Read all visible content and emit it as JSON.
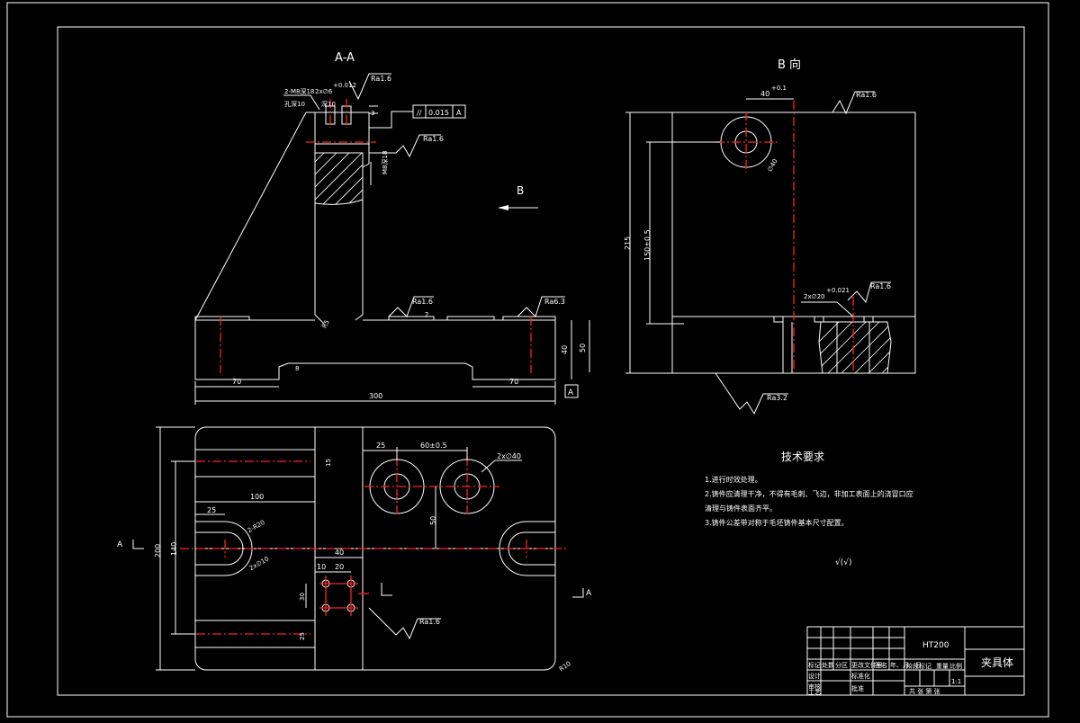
{
  "section_aa": {
    "title": "A-A",
    "holes_note_1": "2-M8深18",
    "holes_note_2": "孔深10",
    "pin_note_1": "2x∅6",
    "pin_tol": "+0.012",
    "pin_note_2": "深10",
    "dim_3": "3",
    "gdt_symbol": "//",
    "gdt_value": "0.015",
    "gdt_datum": "A",
    "rough_top": "Ra1.6",
    "rough_side": "Ra1.6",
    "rough_base_1": "Ra1.6",
    "rough_base_2": "Ra6.3",
    "dim_r5": "R5",
    "dim_70_left": "70",
    "dim_70_right": "70",
    "dim_300": "300",
    "dim_40": "40",
    "dim_50": "50",
    "dim_8": "8",
    "dim_2": "2",
    "datum_label": "A",
    "side_dim": "M8深18"
  },
  "arrow_b": {
    "label": "B"
  },
  "view_b": {
    "title": "B 向",
    "dim_40": "40",
    "dim_40_tol": "+0.1",
    "rough_top": "Ra1.6",
    "dim_phi": "∅40",
    "dim_215": "215",
    "dim_150": "150±0.5",
    "pin_note": "2x∅20",
    "pin_tol": "+0.021",
    "rough_pin": "Ra1.6",
    "rough_bottom": "Ra3.2"
  },
  "plan_view": {
    "dim_25": "25",
    "dim_60": "60±0.5",
    "holes_note": "2x∅40",
    "dim_15": "15",
    "dim_100": "100",
    "dim_25b": "25",
    "slot_note_1": "2-R20",
    "slot_note_2": "2x∅10",
    "dim_200": "200",
    "dim_140": "140",
    "dim_50": "50",
    "dim_40": "40",
    "dim_10": "10",
    "dim_20": "20",
    "dim_30": "30",
    "dim_25c": "25",
    "section_mark_left": "A",
    "section_mark_right": "A",
    "rough_note": "Ra1.6",
    "corner_r": "R10"
  },
  "requirements": {
    "title": "技术要求",
    "items": [
      "1.进行时效处理。",
      "2.铸件应清理干净，不得有毛刺、飞边，非加工表面上的浇冒口应",
      "清理与铸件表面齐平。",
      "3.铸件公差带对称于毛坯铸件基本尺寸配置。"
    ],
    "rough_symbol": "√(√)"
  },
  "title_block": {
    "material": "HT200",
    "part_name": "夹具体",
    "row_labels": [
      "标记",
      "处数",
      "分区",
      "更改文件号",
      "签名",
      "年、月、日"
    ],
    "design": "设计",
    "standard": "标准化",
    "review": "审核",
    "process": "工艺",
    "approve": "批准",
    "stage": "阶段标记",
    "weight": "重量",
    "scale": "比例",
    "scale_value": "1:1",
    "sheets": "共  张  第  张"
  }
}
